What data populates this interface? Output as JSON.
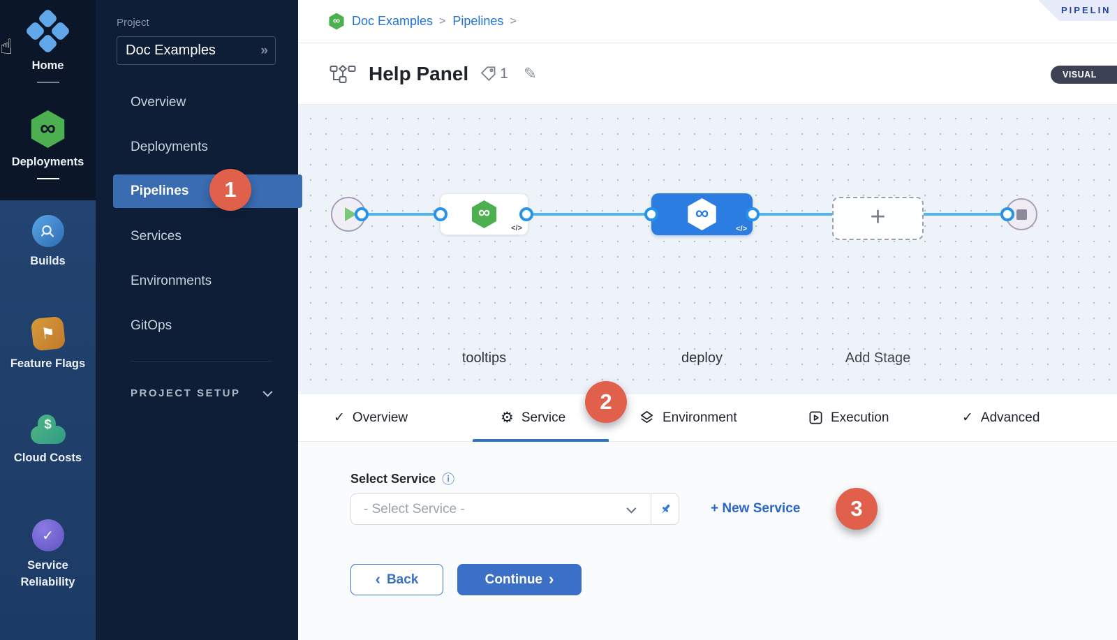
{
  "colors": {
    "accent_blue": "#2e72c6",
    "badge_red": "#e0604b",
    "harness_green": "#4cb050",
    "node_blue": "#2b7de2",
    "sidebar_navy": "#0d1e36"
  },
  "rail": {
    "items": [
      {
        "label": "Home",
        "icon": "home-icon"
      },
      {
        "label": "Deployments",
        "icon": "deployments-harness-icon"
      },
      {
        "label": "Builds",
        "icon": "builds-icon"
      },
      {
        "label": "Feature Flags",
        "icon": "feature-flags-icon"
      },
      {
        "label": "Cloud Costs",
        "icon": "cloud-costs-icon"
      },
      {
        "label": "Service Reliability",
        "icon": "service-reliability-icon"
      }
    ]
  },
  "sidebar": {
    "project_label": "Project",
    "project_name": "Doc Examples",
    "items": [
      {
        "label": "Overview"
      },
      {
        "label": "Deployments"
      },
      {
        "label": "Pipelines",
        "active": true,
        "badge": "1"
      },
      {
        "label": "Services"
      },
      {
        "label": "Environments"
      },
      {
        "label": "GitOps"
      }
    ],
    "project_setup_label": "PROJECT SETUP"
  },
  "header": {
    "breadcrumb": [
      {
        "label": "Doc Examples"
      },
      {
        "label": "Pipelines"
      }
    ],
    "separator": ">",
    "ribbon_label": "PIPELIN",
    "title": "Help Panel",
    "tag_count": "1",
    "visual_label": "VISUAL"
  },
  "canvas": {
    "stages": [
      {
        "name": "tooltips",
        "code_glyph": "</>"
      },
      {
        "name": "deploy",
        "code_glyph": "</>",
        "selected": true
      }
    ],
    "add_stage_label": "Add Stage"
  },
  "tabs": {
    "items": [
      {
        "label": "Overview"
      },
      {
        "label": "Service",
        "active": true,
        "badge": "2"
      },
      {
        "label": "Environment"
      },
      {
        "label": "Execution"
      },
      {
        "label": "Advanced"
      }
    ]
  },
  "form": {
    "service_label": "Select Service",
    "service_placeholder": "- Select Service -",
    "new_service_label": "+ New Service",
    "badge": "3",
    "back_label": "Back",
    "continue_label": "Continue"
  }
}
